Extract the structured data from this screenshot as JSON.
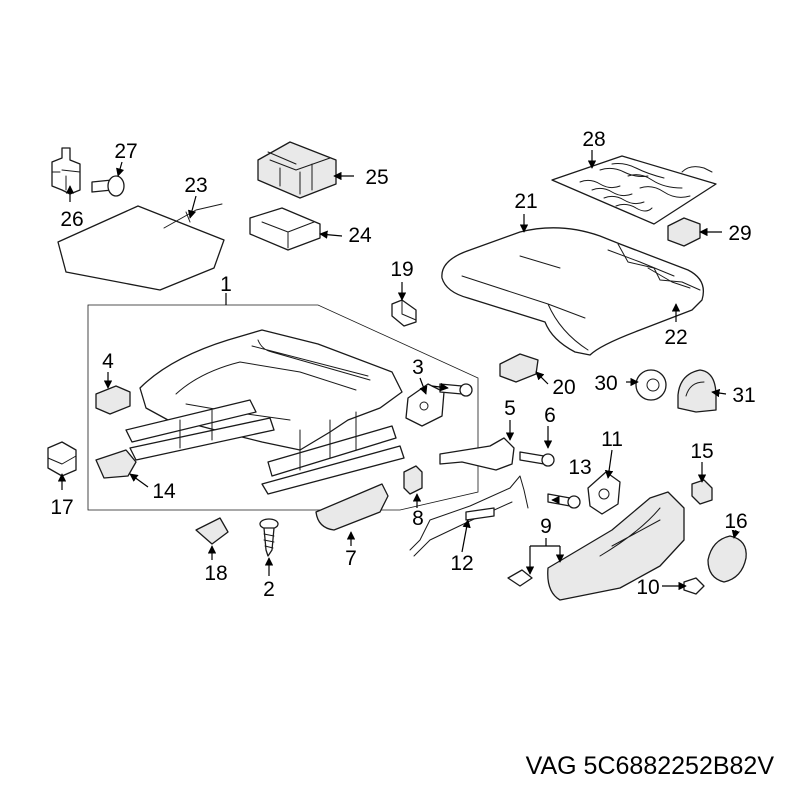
{
  "callouts": {
    "c1": "1",
    "c2": "2",
    "c3": "3",
    "c4": "4",
    "c5": "5",
    "c6": "6",
    "c7": "7",
    "c8": "8",
    "c9": "9",
    "c10": "10",
    "c11": "11",
    "c12": "12",
    "c13": "13",
    "c14": "14",
    "c15": "15",
    "c16": "16",
    "c17": "17",
    "c18": "18",
    "c19": "19",
    "c20": "20",
    "c21": "21",
    "c22": "22",
    "c23": "23",
    "c24": "24",
    "c25": "25",
    "c26": "26",
    "c27": "27",
    "c28": "28",
    "c29": "29",
    "c30": "30",
    "c31": "31"
  },
  "part_number": "VAG 5C6882252B82V",
  "colors": {
    "line": "#1a1a1a",
    "background": "#ffffff",
    "shade": "#e9e9e9"
  }
}
